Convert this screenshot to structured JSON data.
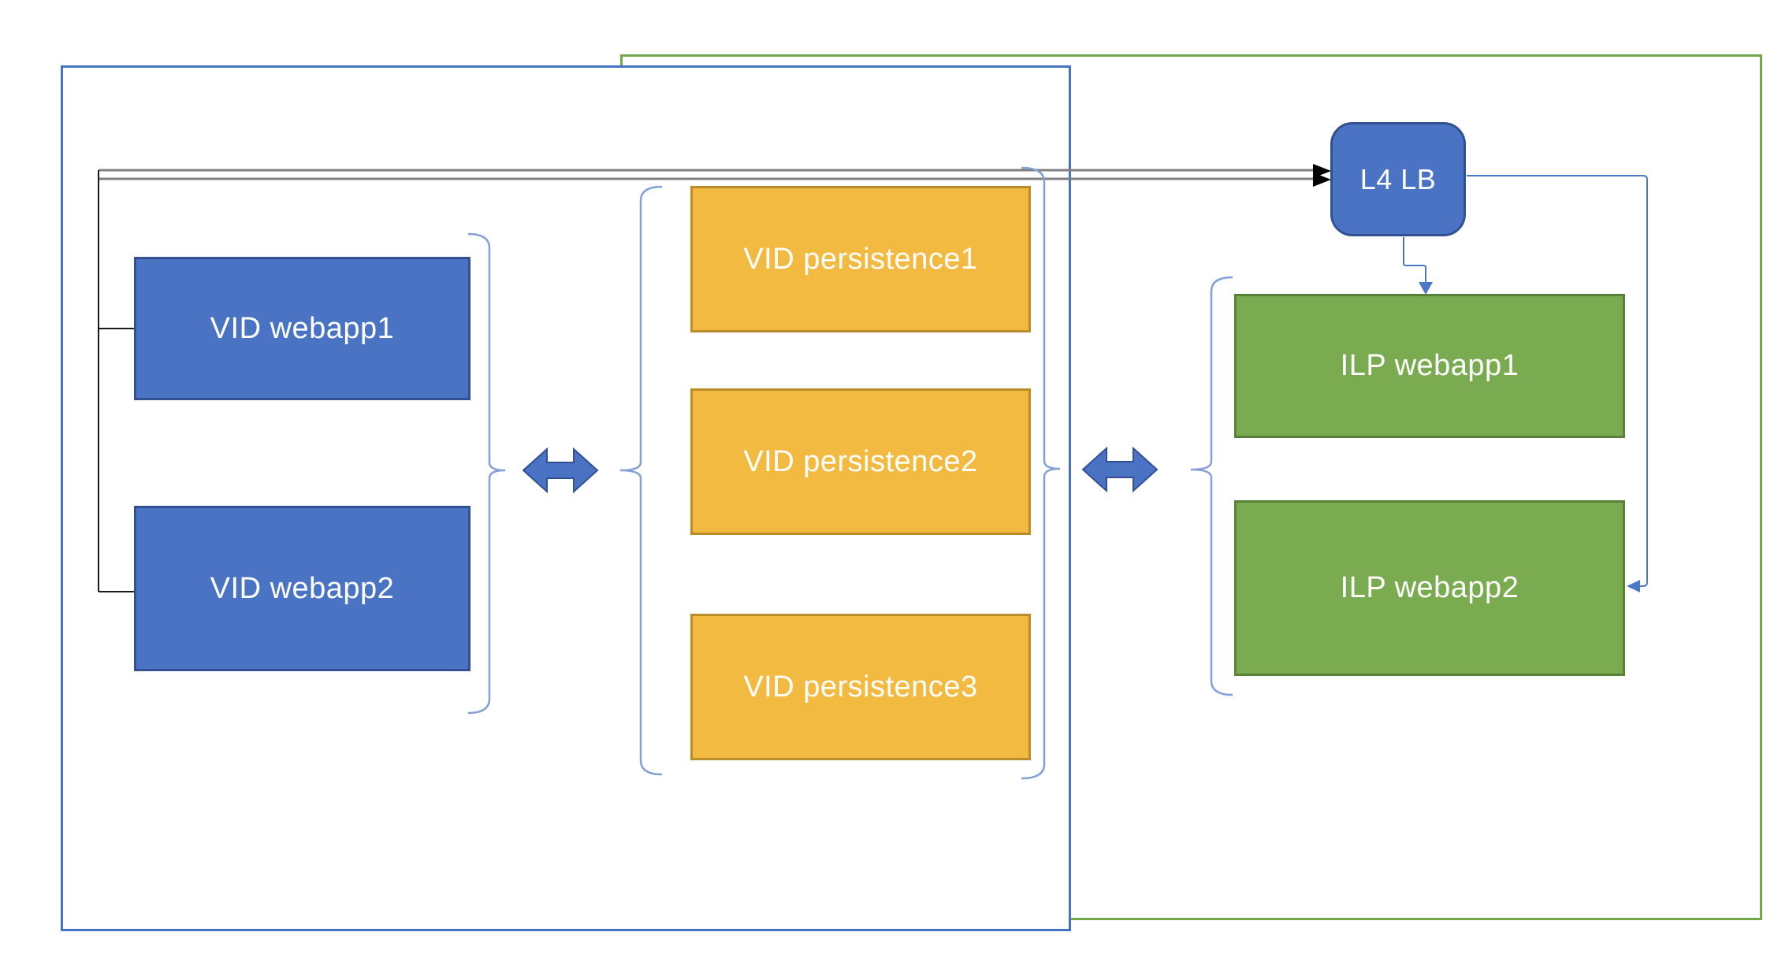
{
  "nodes": {
    "vid_webapp1": {
      "label": "VID webapp1"
    },
    "vid_webapp2": {
      "label": "VID webapp2"
    },
    "vid_persistence1": {
      "label": "VID persistence1"
    },
    "vid_persistence2": {
      "label": "VID persistence2"
    },
    "vid_persistence3": {
      "label": "VID persistence3"
    },
    "l4_lb": {
      "label": "L4 LB"
    },
    "ilp_webapp1": {
      "label": "ILP webapp1"
    },
    "ilp_webapp2": {
      "label": "ILP webapp2"
    }
  },
  "icons": {
    "bidirectional_arrow_left": "bidirectional-arrow",
    "bidirectional_arrow_right": "bidirectional-arrow",
    "ingress_arrowheads": "arrow-right",
    "lb_to_ilp1_arrowhead": "arrow-down",
    "lb_to_ilp2_arrowhead": "arrow-left"
  },
  "colors": {
    "node_blue_fill": "#4A73C3",
    "node_blue_border": "#335192",
    "node_gold_fill": "#F3BA41",
    "node_gold_border": "#BB8C2C",
    "node_green_fill": "#7AAB50",
    "node_green_border": "#58813A",
    "container_blue_border": "#4472C4",
    "container_green_border": "#74A64B",
    "connector_blue": "#4B78C4",
    "brace_blue": "#84A0D4",
    "ingress_line_gray": "#7F7F7F",
    "trunk_line_black": "#1A1A1A",
    "label_text": "#FFFFFF"
  }
}
